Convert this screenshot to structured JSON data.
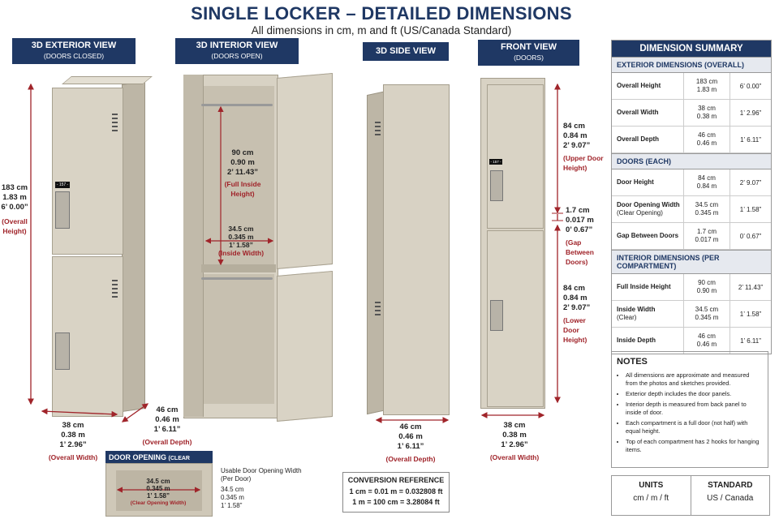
{
  "title": "SINGLE LOCKER – DETAILED DIMENSIONS",
  "subtitle": "All dimensions in cm, m and ft (US/Canada Standard)",
  "views": {
    "exterior": {
      "title": "3D EXTERIOR VIEW",
      "sub": "(DOORS CLOSED)"
    },
    "interior": {
      "title": "3D INTERIOR VIEW",
      "sub": "(DOORS OPEN)"
    },
    "side": {
      "title": "3D SIDE VIEW"
    },
    "front": {
      "title": "FRONT VIEW",
      "sub": "(DOORS)"
    }
  },
  "badge": "- 157 -",
  "dims": {
    "overall_height": {
      "cm": "183 cm",
      "m": "1.83 m",
      "ft": "6’ 0.00”",
      "label": "(Overall",
      "label2": "Height)"
    },
    "overall_width": {
      "cm": "38 cm",
      "m": "0.38 m",
      "ft": "1’ 2.96”",
      "label": "(Overall Width)"
    },
    "overall_depth": {
      "cm": "46 cm",
      "m": "0.46 m",
      "ft": "1’ 6.11”",
      "label": "(Overall Depth)"
    },
    "inside_height": {
      "cm": "90 cm",
      "m": "0.90 m",
      "ft": "2’ 11.43”",
      "label": "(Full Inside",
      "label2": "Height)"
    },
    "inside_width": {
      "cm": "34.5 cm",
      "m": "0.345 m",
      "ft": "1’ 1.58”",
      "label": "(Inside Width)"
    },
    "upper_door": {
      "cm": "84 cm",
      "m": "0.84 m",
      "ft": "2’ 9.07”",
      "label": "(Upper Door",
      "label2": "Height)"
    },
    "gap": {
      "cm": "1.7 cm",
      "m": "0.017 m",
      "ft": "0’ 0.67”",
      "label": "(Gap Between",
      "label2": "Doors)"
    },
    "lower_door": {
      "cm": "84 cm",
      "m": "0.84 m",
      "ft": "2’ 9.07”",
      "label": "(Lower Door",
      "label2": "Height)"
    },
    "side_depth": {
      "cm": "46 cm",
      "m": "0.46 m",
      "ft": "1’ 6.11”",
      "label": "(Overall Depth)"
    },
    "front_width": {
      "cm": "38 cm",
      "m": "0.38 m",
      "ft": "1’ 2.96”",
      "label": "(Overall Width)"
    }
  },
  "door_opening": {
    "title": "DOOR OPENING",
    "title_sub": "(CLEAR OPENING)",
    "cm": "34.5 cm",
    "m": "0.345 m",
    "ft": "1’ 1.58”",
    "label": "(Clear Opening Width)",
    "side_label": "Usable Door Opening Width",
    "side_label2": "(Per Door)",
    "side_cm": "34.5 cm",
    "side_m": "0.345 m",
    "side_ft": "1’ 1.58”"
  },
  "conversion": {
    "title": "CONVERSION REFERENCE",
    "line1": "1 cm = 0.01 m = 0.032808 ft",
    "line2": "1 m = 100 cm = 3.28084 ft"
  },
  "summary": {
    "title": "DIMENSION SUMMARY",
    "sections": [
      {
        "name": "EXTERIOR DIMENSIONS (OVERALL)",
        "rows": [
          {
            "label": "Overall Height",
            "metric": "183 cm",
            "metric2": "1.83 m",
            "imperial": "6’ 0.00”"
          },
          {
            "label": "Overall Width",
            "metric": "38 cm",
            "metric2": "0.38 m",
            "imperial": "1’ 2.96”"
          },
          {
            "label": "Overall Depth",
            "metric": "46 cm",
            "metric2": "0.46 m",
            "imperial": "1’ 6.11”"
          }
        ]
      },
      {
        "name": "DOORS (EACH)",
        "rows": [
          {
            "label": "Door Height",
            "metric": "84 cm",
            "metric2": "0.84 m",
            "imperial": "2’ 9.07”"
          },
          {
            "label": "Door Opening Width",
            "label2": "(Clear Opening)",
            "metric": "34.5 cm",
            "metric2": "0.345 m",
            "imperial": "1’ 1.58”"
          },
          {
            "label": "Gap Between Doors",
            "metric": "1.7 cm",
            "metric2": "0.017 m",
            "imperial": "0’ 0.67”"
          }
        ]
      },
      {
        "name": "INTERIOR DIMENSIONS (PER COMPARTMENT)",
        "rows": [
          {
            "label": "Full Inside Height",
            "metric": "90 cm",
            "metric2": "0.90 m",
            "imperial": "2’ 11.43”"
          },
          {
            "label": "Inside Width",
            "label2": "(Clear)",
            "metric": "34.5 cm",
            "metric2": "0.345 m",
            "imperial": "1’ 1.58”"
          },
          {
            "label": "Inside Depth",
            "metric": "46 cm",
            "metric2": "0.46 m",
            "imperial": "1’ 6.11”"
          }
        ]
      }
    ]
  },
  "notes": {
    "title": "NOTES",
    "items": [
      "All dimensions are approximate and measured from the photos and sketches provided.",
      "Exterior depth includes the door panels.",
      "Interior depth is measured from back panel to inside of door.",
      "Each compartment is a full door (not half) with equal height.",
      "Top of each compartment has 2 hooks for hanging items."
    ]
  },
  "units": {
    "units_label": "UNITS",
    "units_value": "cm / m / ft",
    "standard_label": "STANDARD",
    "standard_value": "US / Canada"
  },
  "colors": {
    "navy": "#1f3864",
    "dim_red": "#a0242a",
    "locker": "#d8d2c4"
  }
}
